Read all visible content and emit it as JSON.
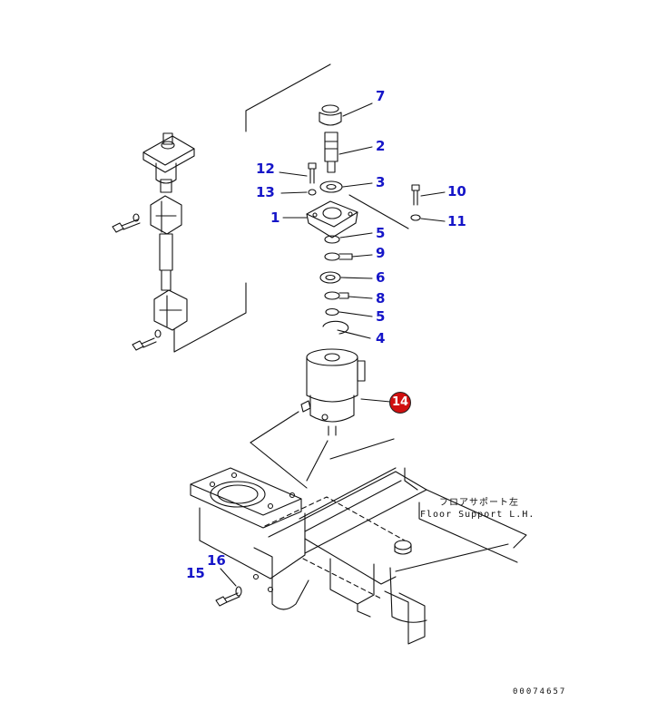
{
  "diagram": {
    "callouts": [
      {
        "id": "7",
        "label": "7"
      },
      {
        "id": "2",
        "label": "2"
      },
      {
        "id": "12",
        "label": "12"
      },
      {
        "id": "3",
        "label": "3"
      },
      {
        "id": "13",
        "label": "13"
      },
      {
        "id": "10",
        "label": "10"
      },
      {
        "id": "1",
        "label": "1"
      },
      {
        "id": "11",
        "label": "11"
      },
      {
        "id": "5a",
        "label": "5"
      },
      {
        "id": "9",
        "label": "9"
      },
      {
        "id": "6",
        "label": "6"
      },
      {
        "id": "8",
        "label": "8"
      },
      {
        "id": "5b",
        "label": "5"
      },
      {
        "id": "4",
        "label": "4"
      },
      {
        "id": "14",
        "label": "14",
        "highlighted": true
      },
      {
        "id": "16",
        "label": "16"
      },
      {
        "id": "15",
        "label": "15"
      }
    ],
    "floor_note": {
      "line_jp": "フロアサポート左",
      "line_en": "Floor Support L.H."
    },
    "drawing_number": "00074657",
    "colors": {
      "callout_text": "#1515c8",
      "highlight_fill": "#d01010",
      "line_art": "#111111"
    }
  }
}
